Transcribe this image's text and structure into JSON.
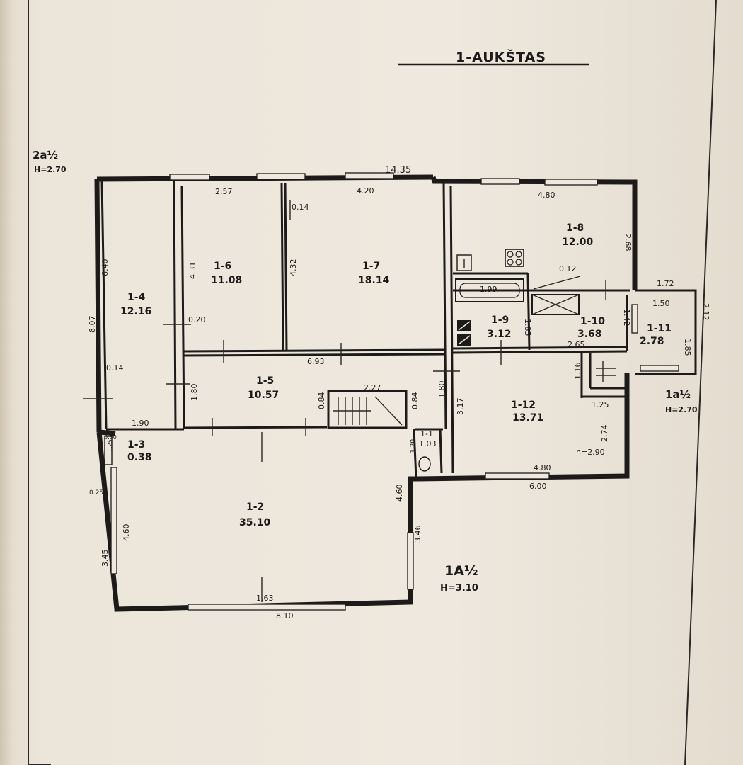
{
  "title": "1-AUKŠTAS",
  "level_labels": {
    "upper_left": {
      "code": "2a½",
      "height": "H=2.70"
    },
    "right": {
      "code": "1a½",
      "height": "H=2.70"
    },
    "main": {
      "code": "1A½",
      "height": "H=3.10"
    }
  },
  "rooms": [
    {
      "id": "1-2",
      "area": "35.10"
    },
    {
      "id": "1-3",
      "area": "0.38"
    },
    {
      "id": "1-4",
      "area": "12.16"
    },
    {
      "id": "1-5",
      "area": "10.57"
    },
    {
      "id": "1-6",
      "area": "11.08"
    },
    {
      "id": "1-7",
      "area": "18.14"
    },
    {
      "id": "1-8",
      "area": "12.00"
    },
    {
      "id": "1-9",
      "area": "3.12"
    },
    {
      "id": "1-10",
      "area": "3.68"
    },
    {
      "id": "1-11",
      "area": "2.78"
    },
    {
      "id": "1-12",
      "area": "13.71"
    },
    {
      "id": "1-1",
      "area": "1.03"
    }
  ],
  "dimensions": {
    "total_top": "14.35",
    "room6_top": "2.57",
    "room7_top": "4.20",
    "room8_top": "4.80",
    "room8_side": "2.68",
    "room4_left": "6.40",
    "outer_left": "8.07",
    "room6_side": "4.31",
    "room7_side": "4.32",
    "wall_a": "0.14",
    "wall_b": "0.14",
    "wall_c": "0.20",
    "wall_d": "0.12",
    "room4_bottom": "1.90",
    "corridor_width": "6.93",
    "corridor_side": "1.80",
    "corridor_side_r": "1.80",
    "stair_width": "2.27",
    "stair_a": "0.84",
    "stair_b": "0.84",
    "room9_tub": "1.99",
    "room9_side": "1.85",
    "room10_w": "2.65",
    "room10_side": "1.42",
    "room11_a": "1.72",
    "room11_b": "1.50",
    "room11_side": "2.12",
    "room11_side_b": "1.85",
    "room12_side": "3.17",
    "room12_a": "1.16",
    "room12_b": "1.25",
    "room12_h": "h=2.90",
    "room12_bottom": "4.80",
    "right_total": "6.00",
    "right_side": "2.74",
    "room2_side_left": "4.60",
    "room2_outer_left": "3.45",
    "room2_side_right": "4.60",
    "room2_outer_right": "3.46",
    "room2_bottom": "1.63",
    "total_bottom": "8.10",
    "room3_a": "0.30",
    "room3_b": "1.25",
    "room3_c": "0.25",
    "room1_side": "1.20"
  }
}
